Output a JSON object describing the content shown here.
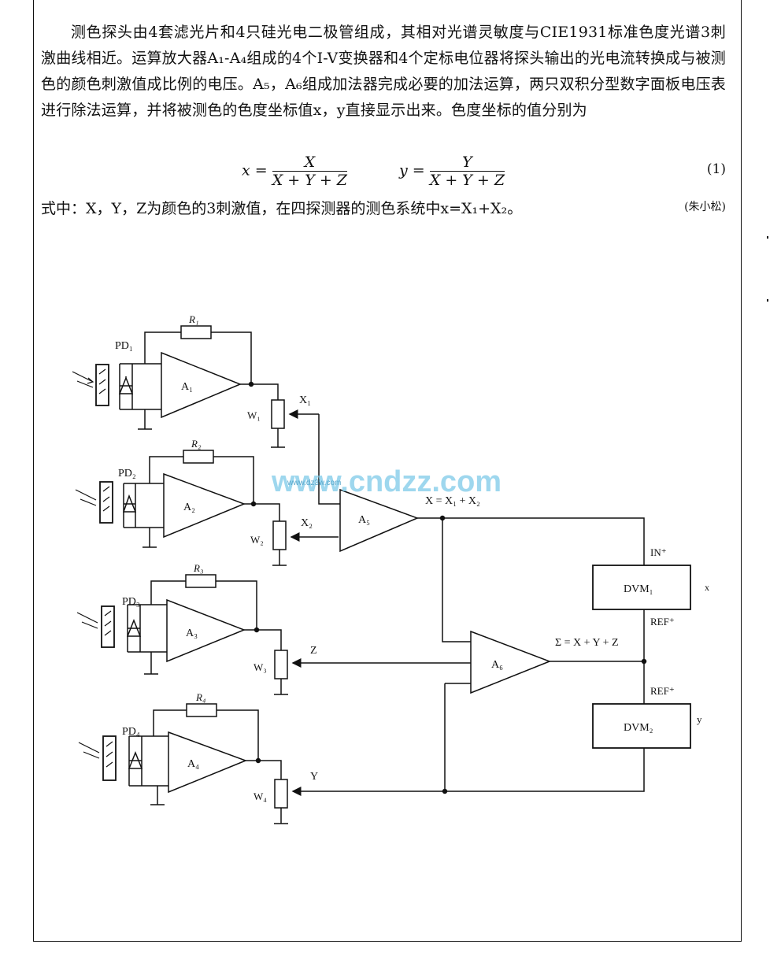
{
  "paragraph_1": "测色探头由4套滤光片和4只硅光电二极管组成，其相对光谱灵敏度与CIE1931标准色度光谱3刺激曲线相近。运算放大器A₁-A₄组成的4个I-V变换器和4个定标电位器将探头输出的光电流转换成与被测色的颜色刺激值成比例的电压。A₅，A₆组成加法器完成必要的加法运算，两只双积分型数字面板电压表进行除法运算，并将被测色的色度坐标值x，y直接显示出来。色度坐标的值分别为",
  "formula": {
    "x_lhs": "x =",
    "x_num": "X",
    "x_den": "X + Y + Z",
    "y_lhs": "y =",
    "y_num": "Y",
    "y_den": "X + Y + Z",
    "number": "(1)"
  },
  "paragraph_2": "式中：X，Y，Z为颜色的3刺激值，在四探测器的测色系统中x=X₁+X₂。",
  "author": "(朱小松)",
  "watermark": {
    "main": "www.cndzz.com",
    "sub": "www.dz3w.com"
  },
  "circuit": {
    "photodiodes": [
      "PD₁",
      "PD₂",
      "PD₃",
      "PD₄"
    ],
    "resistors": [
      "R₁",
      "R₂",
      "R₃",
      "R₄"
    ],
    "opamps_iv": [
      "A₁",
      "A₂",
      "A₃",
      "A₄"
    ],
    "opamp_sum1": "A₅",
    "opamp_sum2": "A₆",
    "potentiometers": [
      "W₁",
      "W₂",
      "W₃",
      "W₄"
    ],
    "signals": {
      "x1": "X₁",
      "x2": "X₂",
      "z": "Z",
      "y": "Y",
      "x_sum": "X = X₁ + X₂",
      "sigma": "Σ = X + Y + Z"
    },
    "dvm1": {
      "label": "DVM₁",
      "in": "IN⁺",
      "ref": "REF⁺",
      "out": "x"
    },
    "dvm2": {
      "label": "DVM₂",
      "ref": "REF⁺",
      "out": "y"
    }
  }
}
